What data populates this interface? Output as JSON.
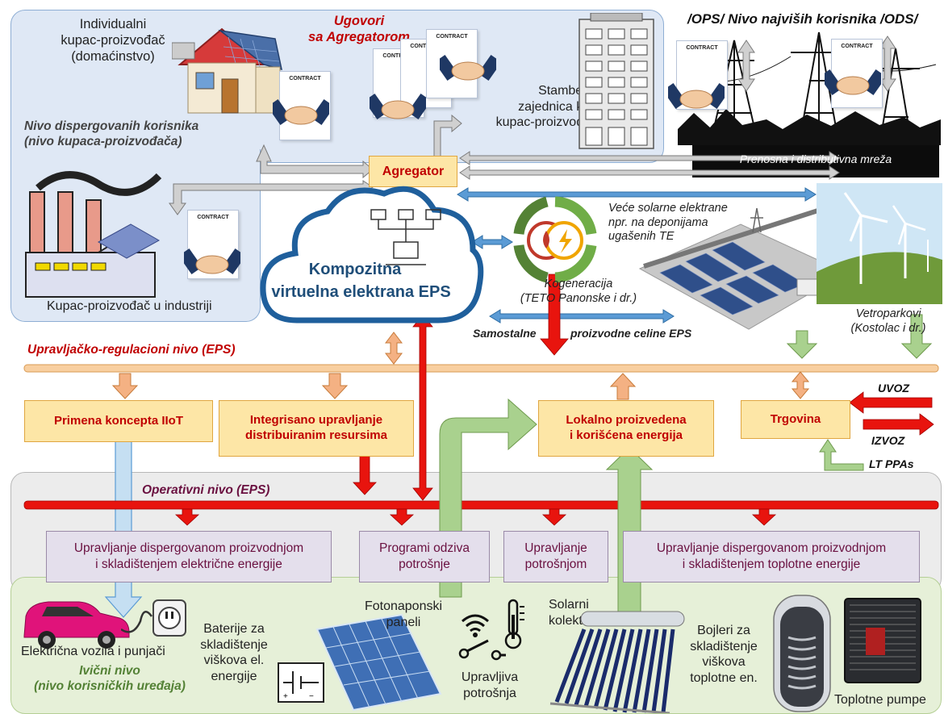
{
  "colors": {
    "top_panel": "#dfe8f5",
    "ops_panel": "#ececec",
    "edge_panel": "#e6f0d8",
    "gray_arrow": "#c7c7c7",
    "blue_arrow": "#5b9bd5",
    "red_arrow": "#e8140e",
    "green_arrow": "#a9d18e",
    "orange_box_fill": "#fde6a6",
    "orange_arrow": "#f4b183",
    "orange_line": "#f8cfa0",
    "cloud_border": "#1f5f9c",
    "purple_box_fill": "#e4dfec",
    "level_red": "#c00000",
    "level_purple": "#6a1040"
  },
  "top": {
    "individual_prosumer": "Individualni\nkupac-proizvođač\n(domaćinstvo)",
    "contracts_title": "Ugovori\nsa Agregatorom",
    "dispersed_level": "Nivo dispergovanih korisnika\n(nivo kupaca-proizvođača)",
    "housing_prosumer": "Stambena\nzajednica kao\nkupac-proizvođač",
    "operators_level": "/OPS/ Nivo najviših korisnika /ODS/",
    "grid_label": "Prenosna  i  distributivna  mreža",
    "industry_prosumer": "Kupac-proizvođač u industriji",
    "contract_word": "CONTRACT"
  },
  "center": {
    "aggregator": "Agregator",
    "vpp_line1": "Kompozitna",
    "vpp_line2": "virtuelna elektrana EPS",
    "solar_plants": "Veće solarne elektrane\nnpr. na deponijama\nugašenih TE",
    "cogeneration": "Kogeneracija\n(TETO Panonske  i dr.)",
    "standalone_a": "Samostalne",
    "standalone_b": "proizvodne celine EPS",
    "windfarms": "Vetroparkovi\n(Kostolac  i dr.)"
  },
  "control": {
    "level_label": "Upravljačko-regulacioni nivo (EPS)",
    "iiot": "Primena koncepta IIoT",
    "der": "Integrisano upravljanje\ndistribuiranim resursima",
    "local_energy": "Lokalno proizvedena\ni korišćena energija",
    "trade": "Trgovina",
    "import": "UVOZ",
    "export": "IZVOZ",
    "ppa": "LT PPAs"
  },
  "operative": {
    "level_label": "Operativni nivo (EPS)",
    "boxes": [
      "Upravljanje dispergovanom proizvodnjom\ni skladištenjem električne energije",
      "Programi odziva\npotrošnje",
      "Upravljanje\npotrošnjom",
      "Upravljanje dispergovanom proizvodnjom\ni skladištenjem toplotne energije"
    ]
  },
  "edge": {
    "ev": "Električna vozila i punjači",
    "level_label": "Ivični nivo\n(nivo korisničkih uređaja)",
    "batteries": "Baterije za\nskladištenje\nviškova el.\nenergije",
    "pv": "Fotonaponski\npaneli",
    "controllable": "Upravljiva\npotrošnja",
    "collectors": "Solarni\nkolektori",
    "boilers": "Bojleri za\nskladištenje\nviškova\ntoplotne en.",
    "heat_pumps": "Toplotne pumpe"
  }
}
